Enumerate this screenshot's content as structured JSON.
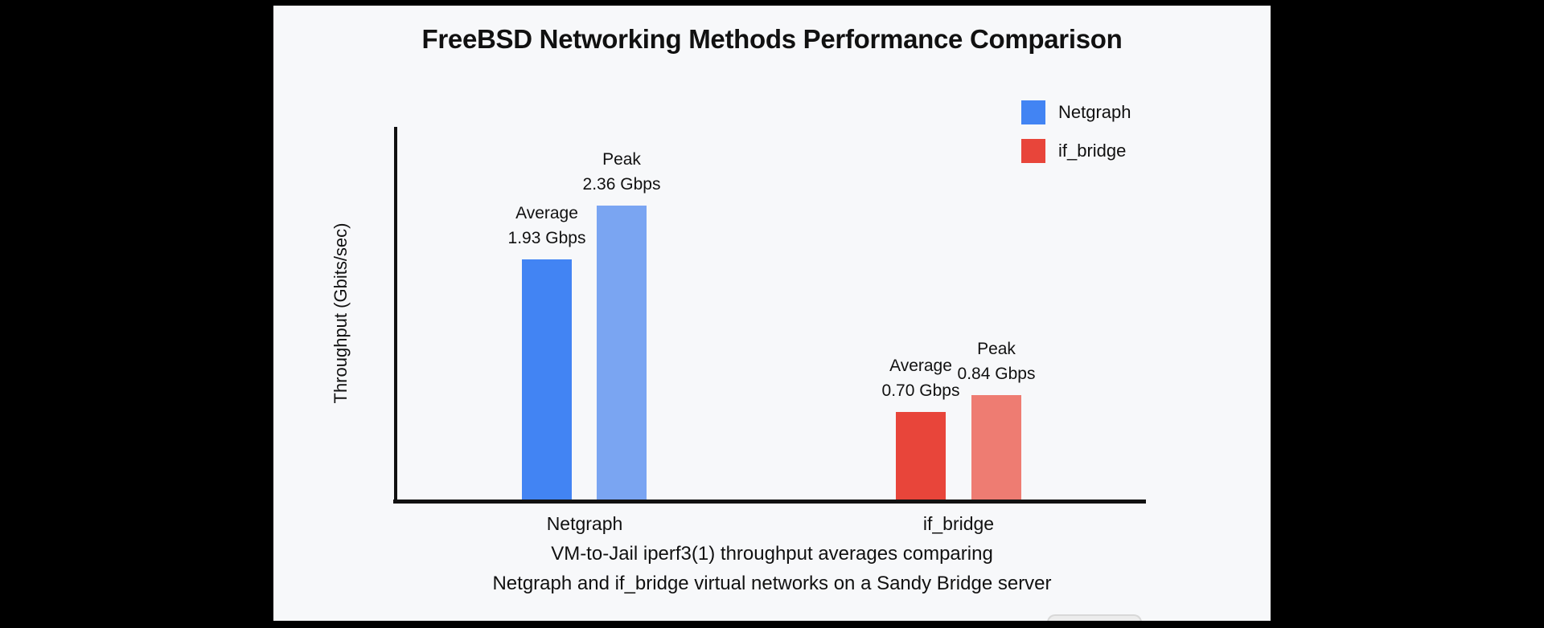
{
  "colors": {
    "backdrop": "#000000",
    "canvas_background": "#f7f8fa",
    "text": "#111111",
    "axis": "#111111",
    "netgraph_average": "#4284f3",
    "netgraph_peak": "#7aa5f2",
    "if_bridge_average": "#e8453a",
    "if_bridge_peak": "#ee7c72"
  },
  "chart_data": {
    "type": "bar",
    "title": "FreeBSD Networking Methods Performance Comparison",
    "ylabel": "Throughput (Gbits/sec)",
    "xlabel": "",
    "unit": "Gbps",
    "caption": [
      "VM-to-Jail iperf3(1) throughput averages comparing",
      "Netgraph and if_bridge virtual networks on a Sandy Bridge server"
    ],
    "categories": [
      "Netgraph",
      "if_bridge"
    ],
    "series": [
      {
        "name": "Average",
        "values": [
          1.93,
          0.7
        ]
      },
      {
        "name": "Peak",
        "values": [
          2.36,
          0.84
        ]
      }
    ],
    "groups": [
      {
        "category": "Netgraph",
        "bars": [
          {
            "kind": "Average",
            "value": 1.93,
            "value_label": "1.93 Gbps",
            "color": "#4284f3"
          },
          {
            "kind": "Peak",
            "value": 2.36,
            "value_label": "2.36 Gbps",
            "color": "#7aa5f2"
          }
        ]
      },
      {
        "category": "if_bridge",
        "bars": [
          {
            "kind": "Average",
            "value": 0.7,
            "value_label": "0.70 Gbps",
            "color": "#e8453a"
          },
          {
            "kind": "Peak",
            "value": 0.84,
            "value_label": "0.84 Gbps",
            "color": "#ee7c72"
          }
        ]
      }
    ],
    "legend": [
      {
        "label": "Netgraph",
        "color": "#4284f3"
      },
      {
        "label": "if_bridge",
        "color": "#e8453a"
      }
    ],
    "legend_position": "top-right",
    "yticks": [],
    "grid": false
  }
}
